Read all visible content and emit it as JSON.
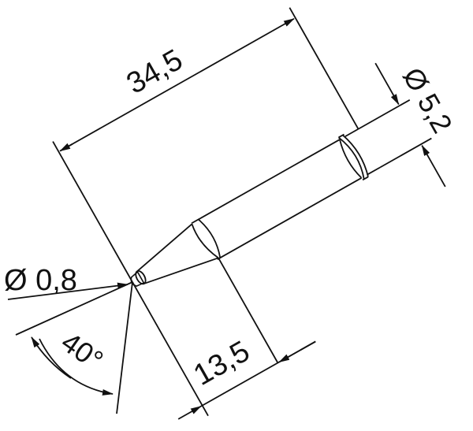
{
  "dimensions": {
    "overall_length": "34,5",
    "shank_diameter": "Ø 5,2",
    "tip_diameter": "Ø 0,8",
    "taper_length": "13,5",
    "tip_angle": "40°"
  },
  "colors": {
    "line": "#111111",
    "background": "#ffffff"
  }
}
